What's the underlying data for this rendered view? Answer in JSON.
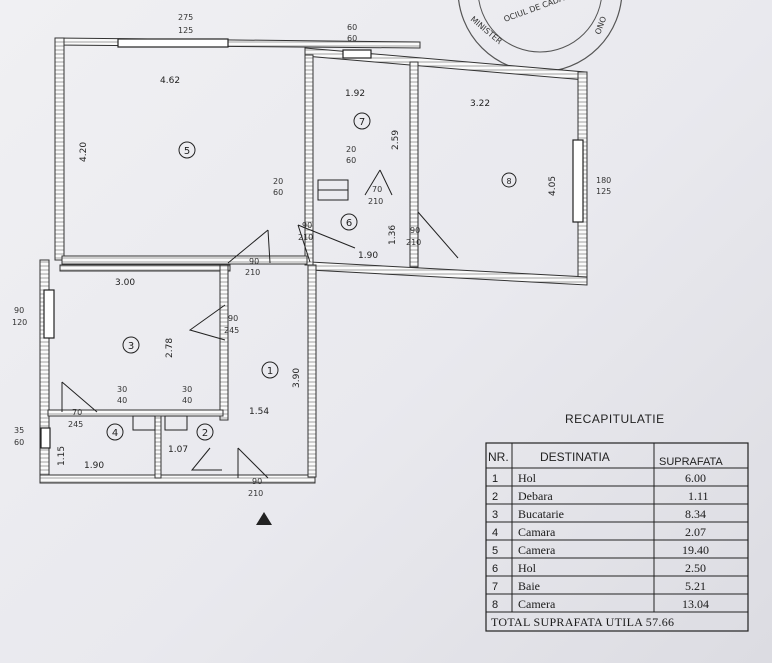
{
  "stamp": {
    "text_outer": "MINISTER",
    "text_inner": "OCIUL DE CADASTRU",
    "text_side": "ONO"
  },
  "windows": [
    {
      "w": "275",
      "h": "125"
    },
    {
      "w": "60",
      "h": "60"
    },
    {
      "w": "180",
      "h": "125"
    },
    {
      "w": "90",
      "h": "120"
    },
    {
      "w": "35",
      "h": "60"
    }
  ],
  "doors": [
    {
      "w": "90",
      "h": "210"
    },
    {
      "w": "90",
      "h": "210"
    },
    {
      "w": "90",
      "h": "210"
    },
    {
      "w": "90",
      "h": "245"
    },
    {
      "w": "70",
      "h": "210"
    },
    {
      "w": "70",
      "h": "245"
    },
    {
      "w": "90",
      "h": "210"
    },
    {
      "w": "20",
      "h": "60"
    },
    {
      "w": "20",
      "h": "60"
    },
    {
      "w": "30",
      "h": "40"
    },
    {
      "w": "30",
      "h": "40"
    }
  ],
  "room_dims": [
    "4.62",
    "4.20",
    "1.92",
    "2.59",
    "3.22",
    "4.05",
    "1.36",
    "1.90",
    "3.00",
    "2.78",
    "3.90",
    "1.54",
    "1.15",
    "1.90",
    "1.07"
  ],
  "room_numbers": [
    "5",
    "7",
    "8",
    "6",
    "3",
    "1",
    "4",
    "2"
  ],
  "recap": {
    "title": "RECAPITULATIE",
    "headers": [
      "NR.",
      "DESTINATIA",
      "SUPRAFATA"
    ],
    "rows": [
      {
        "nr": "1",
        "dest": "Hol",
        "area": "6.00"
      },
      {
        "nr": "2",
        "dest": "Debara",
        "area": "1.11"
      },
      {
        "nr": "3",
        "dest": "Bucatarie",
        "area": "8.34"
      },
      {
        "nr": "4",
        "dest": "Camara",
        "area": "2.07"
      },
      {
        "nr": "5",
        "dest": "Camera",
        "area": "19.40"
      },
      {
        "nr": "6",
        "dest": "Hol",
        "area": "2.50"
      },
      {
        "nr": "7",
        "dest": "Baie",
        "area": "5.21"
      },
      {
        "nr": "8",
        "dest": "Camera",
        "area": "13.04"
      }
    ],
    "total": "TOTAL  SUPRAFATA  UTILA  57.66"
  }
}
